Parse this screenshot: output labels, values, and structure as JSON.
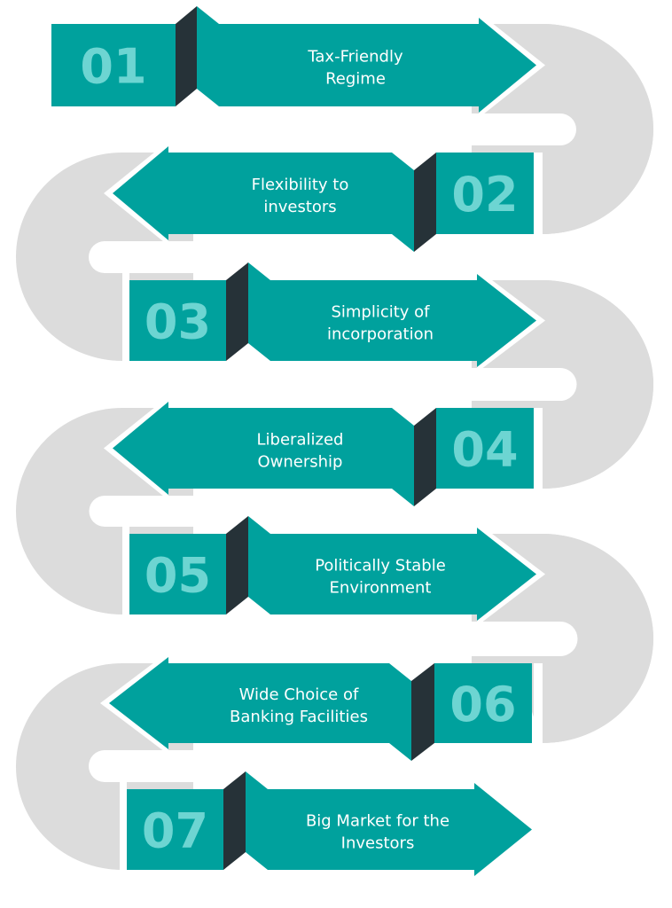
{
  "title": "Process steps infographic",
  "colors": {
    "teal": "#00A19D",
    "fold": "#263238",
    "number": "#6DD5D2",
    "connector": "#DCDCDC",
    "text": "#FFFFFF",
    "background": "#FFFFFF"
  },
  "steps": [
    {
      "number": "01",
      "lines": [
        "Tax-Friendly",
        "Regime"
      ],
      "direction": "right"
    },
    {
      "number": "02",
      "lines": [
        "Flexibility to",
        "investors"
      ],
      "direction": "left"
    },
    {
      "number": "03",
      "lines": [
        "Simplicity of",
        "incorporation"
      ],
      "direction": "right"
    },
    {
      "number": "04",
      "lines": [
        "Liberalized",
        "Ownership"
      ],
      "direction": "left"
    },
    {
      "number": "05",
      "lines": [
        "Politically Stable",
        "Environment"
      ],
      "direction": "right"
    },
    {
      "number": "06",
      "lines": [
        "Wide Choice of",
        "Banking Facilities"
      ],
      "direction": "left"
    },
    {
      "number": "07",
      "lines": [
        "Big Market for the",
        "Investors"
      ],
      "direction": "right"
    }
  ]
}
